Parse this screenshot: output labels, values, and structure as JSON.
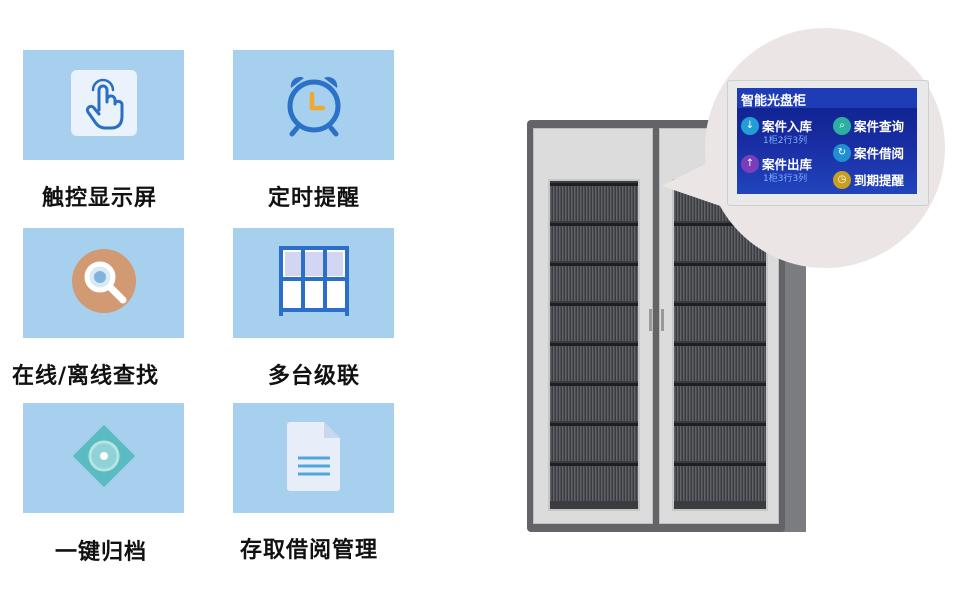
{
  "features": [
    {
      "label": "触控显示屏",
      "icon": "touch-hand-icon"
    },
    {
      "label": "定时提醒",
      "icon": "alarm-clock-icon"
    },
    {
      "label": "在线/离线查找",
      "icon": "magnifier-icon"
    },
    {
      "label": "多台级联",
      "icon": "grid-icon"
    },
    {
      "label": "一键归档",
      "icon": "disc-icon"
    },
    {
      "label": "存取借阅管理",
      "icon": "document-icon"
    }
  ],
  "screen": {
    "title": "智能光盘柜",
    "items": [
      {
        "label": "案件入库",
        "sub": "1柜2行3列",
        "icon": "deposit-icon"
      },
      {
        "label": "案件出库",
        "sub": "1柜3行3列",
        "icon": "withdraw-icon"
      },
      {
        "label": "案件查询",
        "icon": "query-icon"
      },
      {
        "label": "案件借阅",
        "icon": "borrow-icon"
      },
      {
        "label": "到期提醒",
        "icon": "expiry-reminder-icon"
      }
    ]
  },
  "colors": {
    "tile": "#a6d0ee",
    "screen": "#1a2ea4",
    "cabinet": "#626468"
  }
}
